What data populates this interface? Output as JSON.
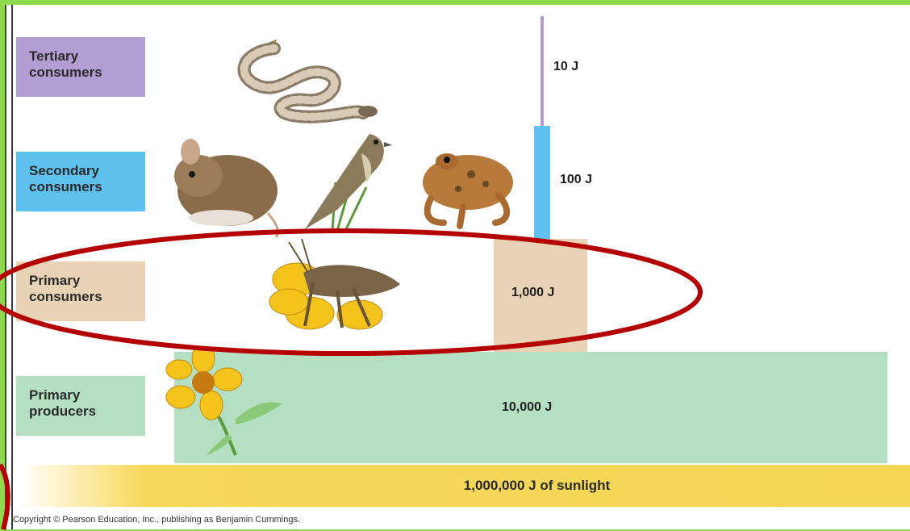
{
  "levels": {
    "tertiary": {
      "line1": "Tertiary",
      "line2": "consumers",
      "energy": "10 J"
    },
    "secondary": {
      "line1": "Secondary",
      "line2": "consumers",
      "energy": "100 J"
    },
    "primary_consumers": {
      "line1": "Primary",
      "line2": "consumers",
      "energy": "1,000 J"
    },
    "primary_producers": {
      "line1": "Primary",
      "line2": "producers",
      "energy": "10,000 J"
    }
  },
  "sunlight": "1,000,000 J of sunlight",
  "copyright": "Copyright © Pearson Education, Inc., publishing as Benjamin Cummings.",
  "colors": {
    "tertiary": "#b39ed3",
    "secondary": "#5ec1ee",
    "primary_consumers": "#e8d3b6",
    "primary_producers": "#b5dfc3",
    "sunlight": "#f4d554",
    "frame": "#8fd94f",
    "highlight": "#b40000"
  },
  "icons": [
    "snake-illustration",
    "mouse-illustration",
    "bird-illustration",
    "frog-illustration",
    "grasshopper-illustration",
    "flower-illustration"
  ]
}
